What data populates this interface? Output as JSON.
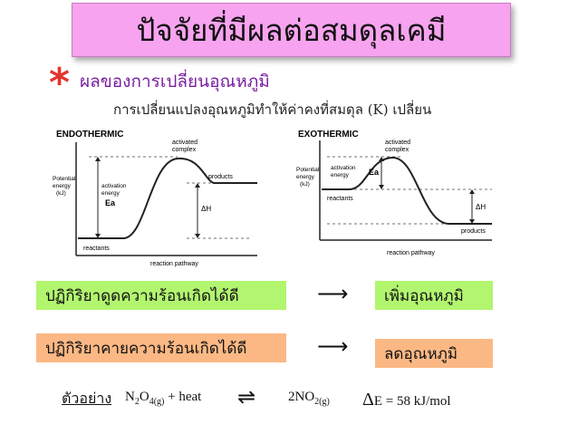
{
  "title": "ปัจจัยที่มีผลต่อสมดุลเคมี",
  "subtitle": "ผลของการเปลี่ยนอุณหภูมิ",
  "description": "การเปลี่ยนแปลงอุณหภูมิทำให้ค่าคงที่สมดุล (K) เปลี่ยน",
  "endothermic": {
    "heading": "ENDOTHERMIC",
    "activated_complex": "activated complex",
    "activated_line1": "activated",
    "activated_line2": "complex",
    "potential_line1": "Potential",
    "potential_line2": "energy",
    "potential_unit": "(kJ)",
    "activation_line1": "activation",
    "activation_line2": "energy",
    "ea": "Ea",
    "products": "products",
    "reactants": "reactants",
    "delta_h": "ΔH",
    "pathway": "reaction pathway"
  },
  "exothermic": {
    "heading": "EXOTHERMIC",
    "activated_line1": "activated",
    "activated_line2": "complex",
    "potential_line1": "Potential",
    "potential_line2": "energy",
    "potential_unit": "(kJ)",
    "activation_line1": "activation",
    "activation_line2": "energy",
    "ea": "Ea",
    "products": "products",
    "reactants": "reactants",
    "delta_h": "ΔH",
    "pathway": "reaction pathway"
  },
  "rules": [
    {
      "condition": "ปฏิกิริยาดูดความร้อนเกิดได้ดี",
      "result": "เพิ่มอุณหภูมิ"
    },
    {
      "condition": "ปฏิกิริยาคายความร้อนเกิดได้ดี",
      "result": "ลดอุณหภูมิ"
    }
  ],
  "arrow": "⟶",
  "example": {
    "label": "ตัวอย่าง",
    "n": "N",
    "n_sub": "2",
    "o": "O",
    "o_sub": "4(g)",
    "plus_heat": "+ heat",
    "equilibrium": "⇌",
    "no2": "2NO",
    "no2_sub": "2(g)",
    "delta": "Δ",
    "energy": "E = 58 kJ/mol"
  },
  "colors": {
    "title_bg": "#f7a3ef",
    "subtitle": "#7a1ea3",
    "asterisk": "#e3342f",
    "green_box": "#b2f56f",
    "orange_box": "#fcb884"
  }
}
